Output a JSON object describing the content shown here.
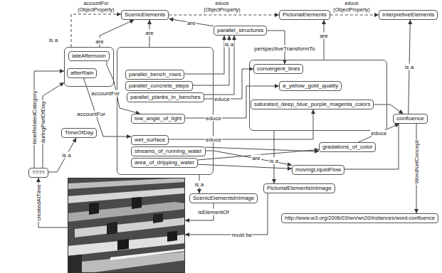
{
  "diagram": {
    "nodes": [
      {
        "text": [
          "ScenicElements"
        ]
      },
      {
        "text": [
          "PictorialElements"
        ]
      },
      {
        "text": [
          "InterpretiveElements"
        ]
      },
      {
        "text": []
      },
      {
        "text": [
          "lateAfternoon"
        ],
        "in": 3
      },
      {
        "text": [
          "afterRain"
        ],
        "in": 3
      },
      {
        "text": [
          "TimeOfDay"
        ]
      },
      {
        "text": [
          "????"
        ]
      },
      {
        "text": []
      },
      {
        "text": [
          "parallel_bench_rows"
        ],
        "in": 8
      },
      {
        "text": [
          "parallel_concrete_steps"
        ],
        "in": 8
      },
      {
        "text": [
          "parallel_planks_in_benches"
        ],
        "in": 8
      },
      {
        "text": [
          "low_angle_of_light"
        ],
        "in": 8
      },
      {
        "text": [
          "wet_surface"
        ],
        "in": 8
      },
      {
        "text": [
          "streams_of_running_water"
        ],
        "in": 8
      },
      {
        "text": [
          "area_of_dripping_water"
        ],
        "in": 8
      },
      {
        "text": [
          "parallel_structures"
        ]
      },
      {
        "text": []
      },
      {
        "text": [
          "convergent_lines"
        ],
        "in": 17
      },
      {
        "text": [
          "a_yellow_gold_quality"
        ],
        "in": 17
      },
      {
        "text": [
          "saturated_deep_blue_purple_magenta_colors"
        ],
        "in": 17
      },
      {
        "text": [
          "gradations_of_color"
        ]
      },
      {
        "text": [
          "confluence"
        ]
      },
      {
        "text": [
          "movingLiquidFlow"
        ]
      },
      {
        "text": [
          "ScenicElementsInImage"
        ]
      },
      {
        "text": [
          "PictorialElementsInImage"
        ]
      },
      {
        "text": [
          "http://www.w3.org/2006/03/wn/wn20/instances/word-confluence"
        ]
      },
      {
        "text": []
      }
    ],
    "edges": [
      {
        "from": 3,
        "to": 0,
        "arrow": "to",
        "label": "accountFor (ObjectProperty)"
      },
      {
        "from": 0,
        "to": 1,
        "arrow": "to",
        "label": "educe (ObjectProperty)"
      },
      {
        "from": 1,
        "to": 2,
        "arrow": "to",
        "label": "educe (ObjectProperty)"
      },
      {
        "from": 3,
        "to": 0,
        "arrow": "to",
        "label": "are"
      },
      {
        "from": 8,
        "to": 0,
        "arrow": "to",
        "label": "are"
      },
      {
        "from": 7,
        "to": 3,
        "arrow": "to",
        "label": "timeRelatedCategory"
      },
      {
        "from": 7,
        "to": 3,
        "arrow": "to",
        "label": "duringPartOfDay"
      },
      {
        "from": 7,
        "to": 6,
        "arrow": "to",
        "label": "is a"
      },
      {
        "from": 4,
        "to": 12,
        "arrow": "to",
        "label": "accountFor"
      },
      {
        "from": 5,
        "to": 13,
        "arrow": "to",
        "label": "accountFor"
      },
      {
        "from": 16,
        "to": 0,
        "arrow": "to",
        "label": "are"
      },
      {
        "from": 9,
        "to": 16,
        "arrow": "to",
        "label": "is a"
      },
      {
        "from": 10,
        "to": 16,
        "arrow": "to"
      },
      {
        "from": 11,
        "to": 16,
        "arrow": "to"
      },
      {
        "from": 11,
        "to": 18,
        "arrow": "to",
        "label": "educe"
      },
      {
        "from": 16,
        "to": 18,
        "arrow": "to",
        "label": "perspectiveTransformTo"
      },
      {
        "from": 17,
        "to": 1,
        "arrow": "to",
        "label": "are"
      },
      {
        "from": 12,
        "to": 19,
        "arrow": "to",
        "label": "educe"
      },
      {
        "from": 13,
        "to": 20,
        "arrow": "to",
        "label": "educe"
      },
      {
        "from": 14,
        "to": 21,
        "arrow": "to"
      },
      {
        "from": 15,
        "to": 21,
        "arrow": "to"
      },
      {
        "from": 20,
        "to": 22,
        "arrow": "to"
      },
      {
        "from": 21,
        "to": 22,
        "arrow": "to",
        "label": "educe"
      },
      {
        "from": 22,
        "to": 2,
        "arrow": "to",
        "label": "is a"
      },
      {
        "from": 22,
        "to": 26,
        "arrow": "to",
        "label": "WordNetConcept"
      },
      {
        "from": 14,
        "to": 23,
        "arrow": "to",
        "label": "are"
      },
      {
        "from": 15,
        "to": 23,
        "arrow": "to"
      },
      {
        "from": 23,
        "to": 22,
        "arrow": "none"
      },
      {
        "from": 8,
        "to": 24,
        "arrow": "to",
        "label": "is a"
      },
      {
        "from": 17,
        "to": 25,
        "arrow": "to",
        "label": "is a"
      },
      {
        "from": 24,
        "to": 27,
        "arrow": "to",
        "label": "isElementOf"
      },
      {
        "from": 25,
        "to": 27,
        "arrow": "to",
        "label": "must be"
      },
      {
        "from": 27,
        "to": 7,
        "arrow": "to",
        "label": "createdAtTime"
      }
    ],
    "labels": [
      "is a"
    ]
  }
}
